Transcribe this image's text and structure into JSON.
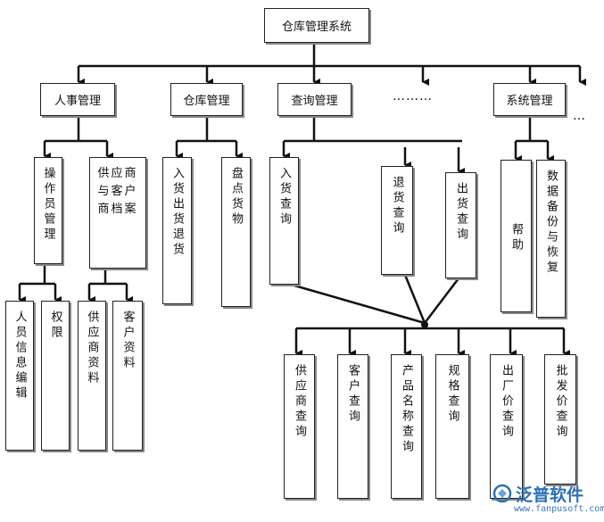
{
  "root": "仓库管理系统",
  "level1": {
    "personnel": "人事管理",
    "warehouse": "仓库管理",
    "query": "查询管理",
    "dots": "………",
    "system": "系统管理",
    "more": "…"
  },
  "personnel_children": {
    "operator": "操作员管理",
    "supplier_customer": "供应商与客户商档案"
  },
  "operator_children": {
    "personnel_info": "人员信息编辑",
    "permission": "权限"
  },
  "supplier_children": {
    "supplier_data": "供应商资料",
    "customer_data": "客户资料"
  },
  "warehouse_children": {
    "in_out_return": "入货出货退货",
    "inventory": "盘点货物"
  },
  "query_children": {
    "in_query": "入货查询",
    "return_query": "退货查询",
    "out_query": "出货查询"
  },
  "system_children": {
    "help": "帮助",
    "backup": "数据备份与恢复"
  },
  "query_details": {
    "supplier_query": "供应商查询",
    "customer_query": "客户查询",
    "product_name_query": "产品名称查询",
    "spec_query": "规格查询",
    "factory_price_query": "出厂价查询",
    "wholesale_price_query": "批发价查询"
  },
  "logo": {
    "name": "泛普软件",
    "url": "www.fanpusoft.com"
  }
}
